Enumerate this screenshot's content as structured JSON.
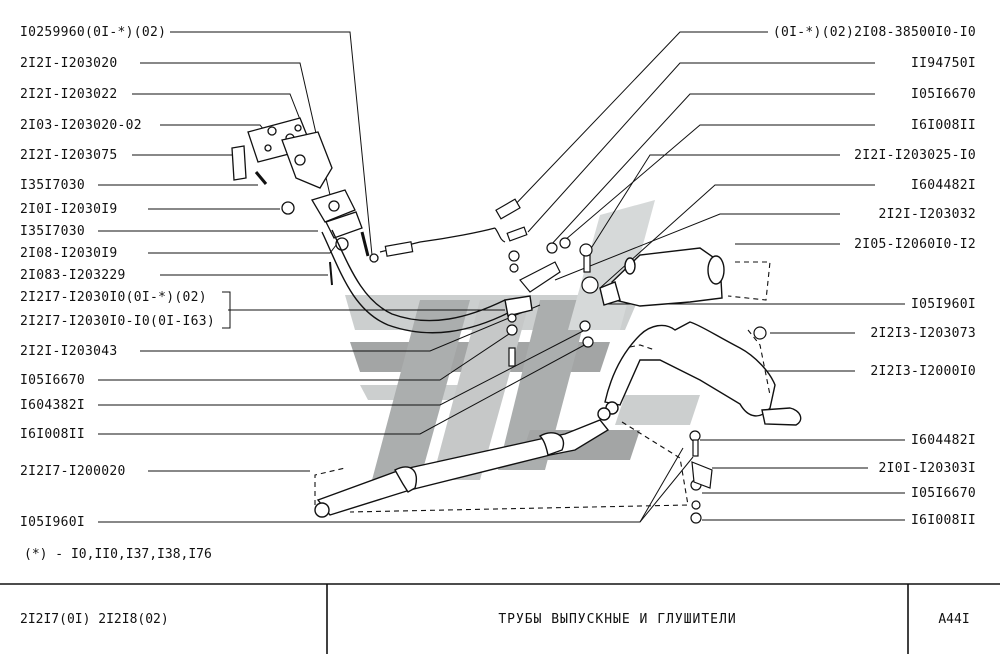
{
  "left_labels": [
    "I0259960(0I-*)(02)",
    "2I2I-I203020",
    "2I2I-I203022",
    "2I03-I203020-02",
    "2I2I-I203075",
    "I35I7030",
    "2I0I-I2030I9",
    "I35I7030",
    "2I08-I2030I9",
    "2I083-I203229",
    "2I2I7-I2030I0(0I-*)(02)",
    "2I2I7-I2030I0-I0(0I-I63)",
    "2I2I-I203043",
    "I05I6670",
    "I604382I",
    "I6I008II",
    "2I2I7-I200020",
    "I05I960I"
  ],
  "right_labels": [
    "(0I-*)(02)2I08-38500I0-I0",
    "II94750I",
    "I05I6670",
    "I6I008II",
    "2I2I-I203025-I0",
    "I604482I",
    "2I2I-I203032",
    "2I05-I2060I0-I2",
    "I05I960I",
    "2I2I3-I203073",
    "2I2I3-I2000I0",
    "I604482I",
    "2I0I-I20303I",
    "I05I6670",
    "I6I008II"
  ],
  "footnote": "(*) - I0,II0,I37,I38,I76",
  "footer": {
    "models": "2I2I7(0I)  2I2I8(02)",
    "title": "ТРУБЫ  ВЫПУСКНЫЕ  И  ГЛУШИТЕЛИ",
    "sheet": "A44I"
  },
  "colors": {
    "line": "#111111",
    "watermark_dark": "#8f9191",
    "watermark_light": "#c9cccc"
  }
}
